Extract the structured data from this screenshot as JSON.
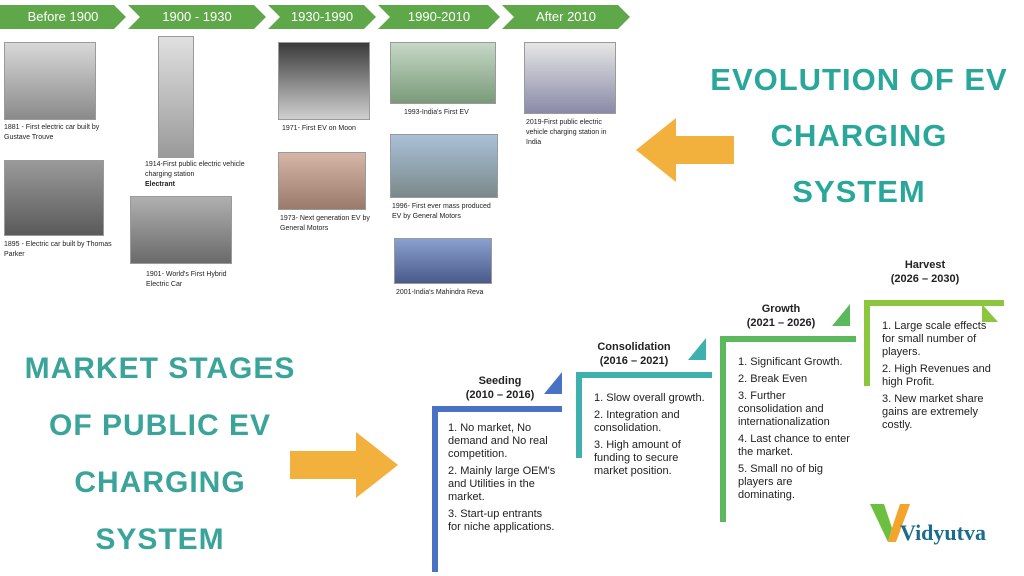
{
  "timeline": {
    "periods": [
      "Before 1900",
      "1900 - 1930",
      "1930-1990",
      "1990-2010",
      "After 2010"
    ],
    "captions": {
      "c1881": "1881 - First electric car built by Gustave Trouve",
      "c1895": "1895 - Electric car built by Thomas Parker",
      "c1914": "1914-First public electric vehicle charging station",
      "c1914_bold": "Electrant",
      "c1901": "1901- World's First Hybrid Electric Car",
      "c1971": "1971- First EV on Moon",
      "c1973": "1973- Next generation EV by General Motors",
      "c1993": "1993-India's First EV",
      "c1996": "1996- First ever mass produced EV by General Motors",
      "c2001": "2001-India's Mahindra Reva",
      "c2019": "2019-First public electric vehicle charging station in India"
    }
  },
  "evolution_title": [
    "EVOLUTION OF EV",
    "CHARGING",
    "SYSTEM"
  ],
  "market_title": [
    "MARKET STAGES",
    "OF PUBLIC EV",
    "CHARGING",
    "SYSTEM"
  ],
  "stages": [
    {
      "name": "Seeding",
      "years": "(2010 – 2016)",
      "color": "#4a72c4",
      "points": [
        "1. No market, No demand and No real competition.",
        "2. Mainly large OEM's and Utilities in the market.",
        "3. Start-up entrants for niche applications."
      ]
    },
    {
      "name": "Consolidation",
      "years": "(2016 – 2021)",
      "color": "#3eb0ad",
      "points": [
        "1. Slow overall growth.",
        "2. Integration and consolidation.",
        "3. High amount of funding to secure market position."
      ]
    },
    {
      "name": "Growth",
      "years": "(2021 – 2026)",
      "color": "#5cb85c",
      "points": [
        "1. Significant Growth.",
        "2. Break Even",
        "3. Further consolidation and internationalization",
        "4. Last chance to enter the market.",
        "5. Small no of big players are dominating."
      ]
    },
    {
      "name": "Harvest",
      "years": "(2026 – 2030)",
      "color": "#8cc63f",
      "points": [
        "1. Large scale effects for small number of players.",
        "2. High Revenues and high Profit.",
        "3. New market share gains are extremely costly."
      ]
    }
  ],
  "logo": {
    "text": "Vidyutva",
    "color_green": "#6cbf3f",
    "color_orange": "#f4a42b",
    "color_text": "#1a6c8c"
  },
  "colors": {
    "accent_orange": "#f2b13c",
    "teal": "#2aa79b",
    "timeline_green": "#5fa84a"
  }
}
